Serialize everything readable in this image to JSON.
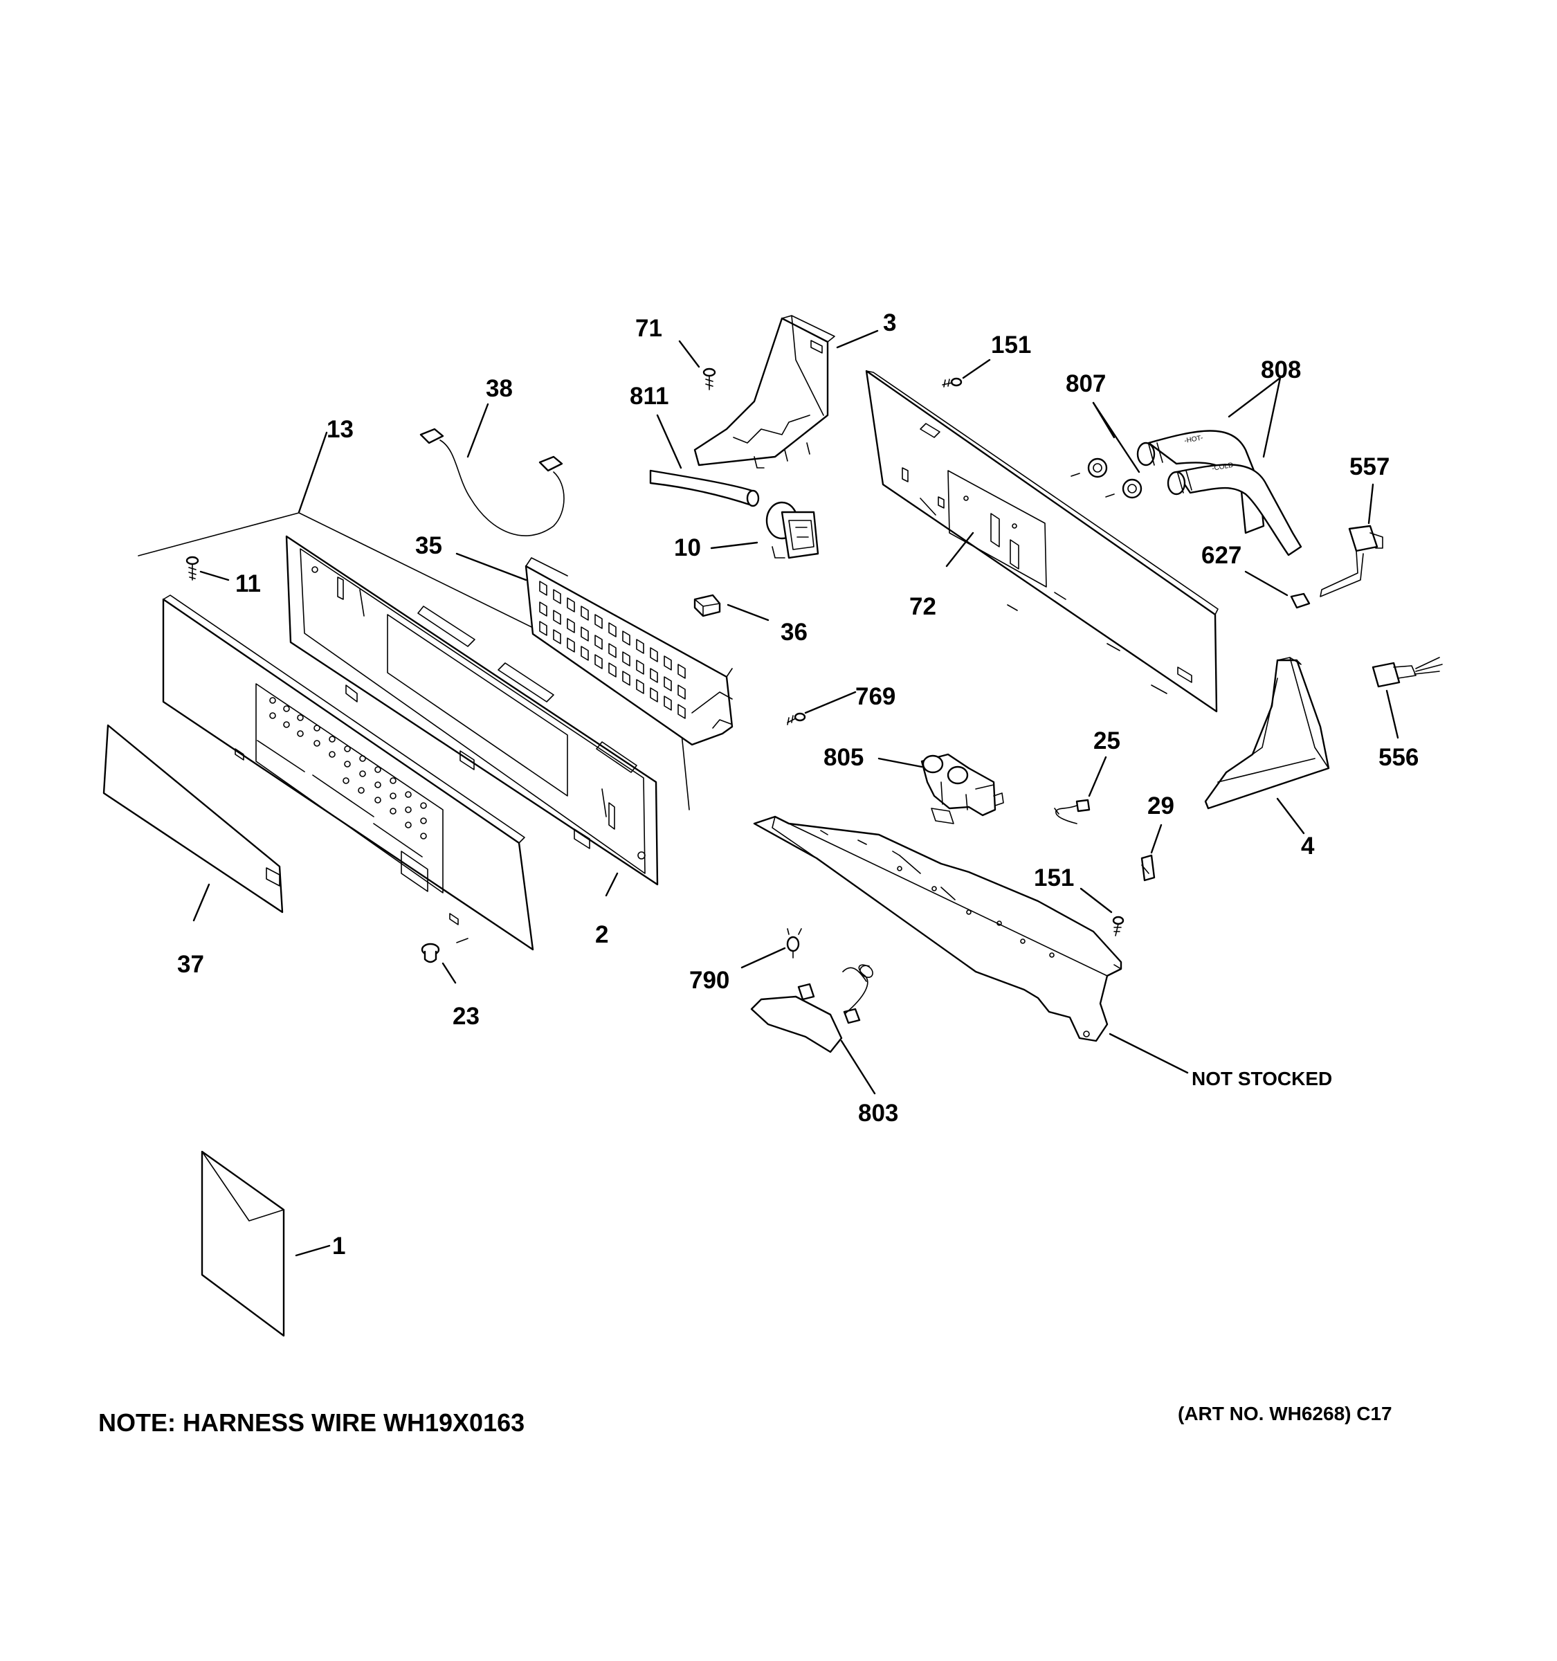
{
  "callouts": {
    "c1": "1",
    "c2": "2",
    "c3": "3",
    "c4": "4",
    "c10": "10",
    "c11": "11",
    "c13": "13",
    "c23": "23",
    "c25": "25",
    "c29": "29",
    "c35": "35",
    "c36": "36",
    "c37": "37",
    "c38": "38",
    "c71": "71",
    "c72": "72",
    "c151a": "151",
    "c151b": "151",
    "c556": "556",
    "c557": "557",
    "c627": "627",
    "c769": "769",
    "c790": "790",
    "c803": "803",
    "c805": "805",
    "c807": "807",
    "c808": "808",
    "c811": "811"
  },
  "labels": {
    "not_stocked": "NOT STOCKED",
    "note": "NOTE: HARNESS WIRE WH19X0163",
    "art_no": "(ART NO. WH6268) C17",
    "hose_hot": "-HOT-",
    "hose_cold": "-COLD-"
  }
}
